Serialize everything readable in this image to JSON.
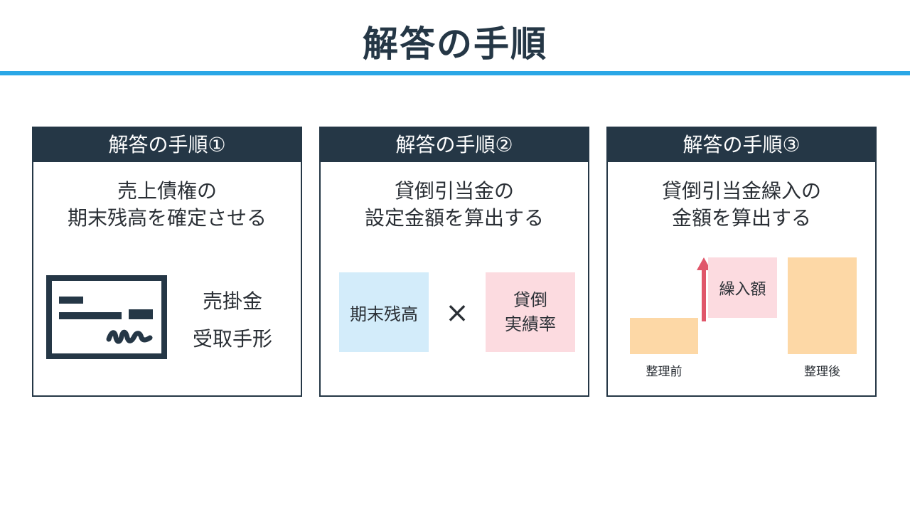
{
  "header": {
    "title": "解答の手順"
  },
  "steps": [
    {
      "header": "解答の手順①",
      "desc_line1": "売上債権の",
      "desc_line2": "期末残高を確定させる",
      "items": [
        "売掛金",
        "受取手形"
      ],
      "icon": "cheque-icon"
    },
    {
      "header": "解答の手順②",
      "desc_line1": "貸倒引当金の",
      "desc_line2": "設定金額を算出する",
      "left_box": "期末残高",
      "operator": "×",
      "right_box_line1": "貸倒",
      "right_box_line2": "実績率"
    },
    {
      "header": "解答の手順③",
      "desc_line1": "貸倒引当金繰入の",
      "desc_line2": "金額を算出する",
      "increment_label": "繰入額",
      "before_label": "整理前",
      "after_label": "整理後"
    }
  ],
  "colors": {
    "navy": "#253746",
    "accent_blue": "#2aa7e6",
    "light_blue": "#d3ecfa",
    "light_pink": "#fcdbe0",
    "peach": "#fdd8a6",
    "arrow_red": "#e0566a"
  }
}
